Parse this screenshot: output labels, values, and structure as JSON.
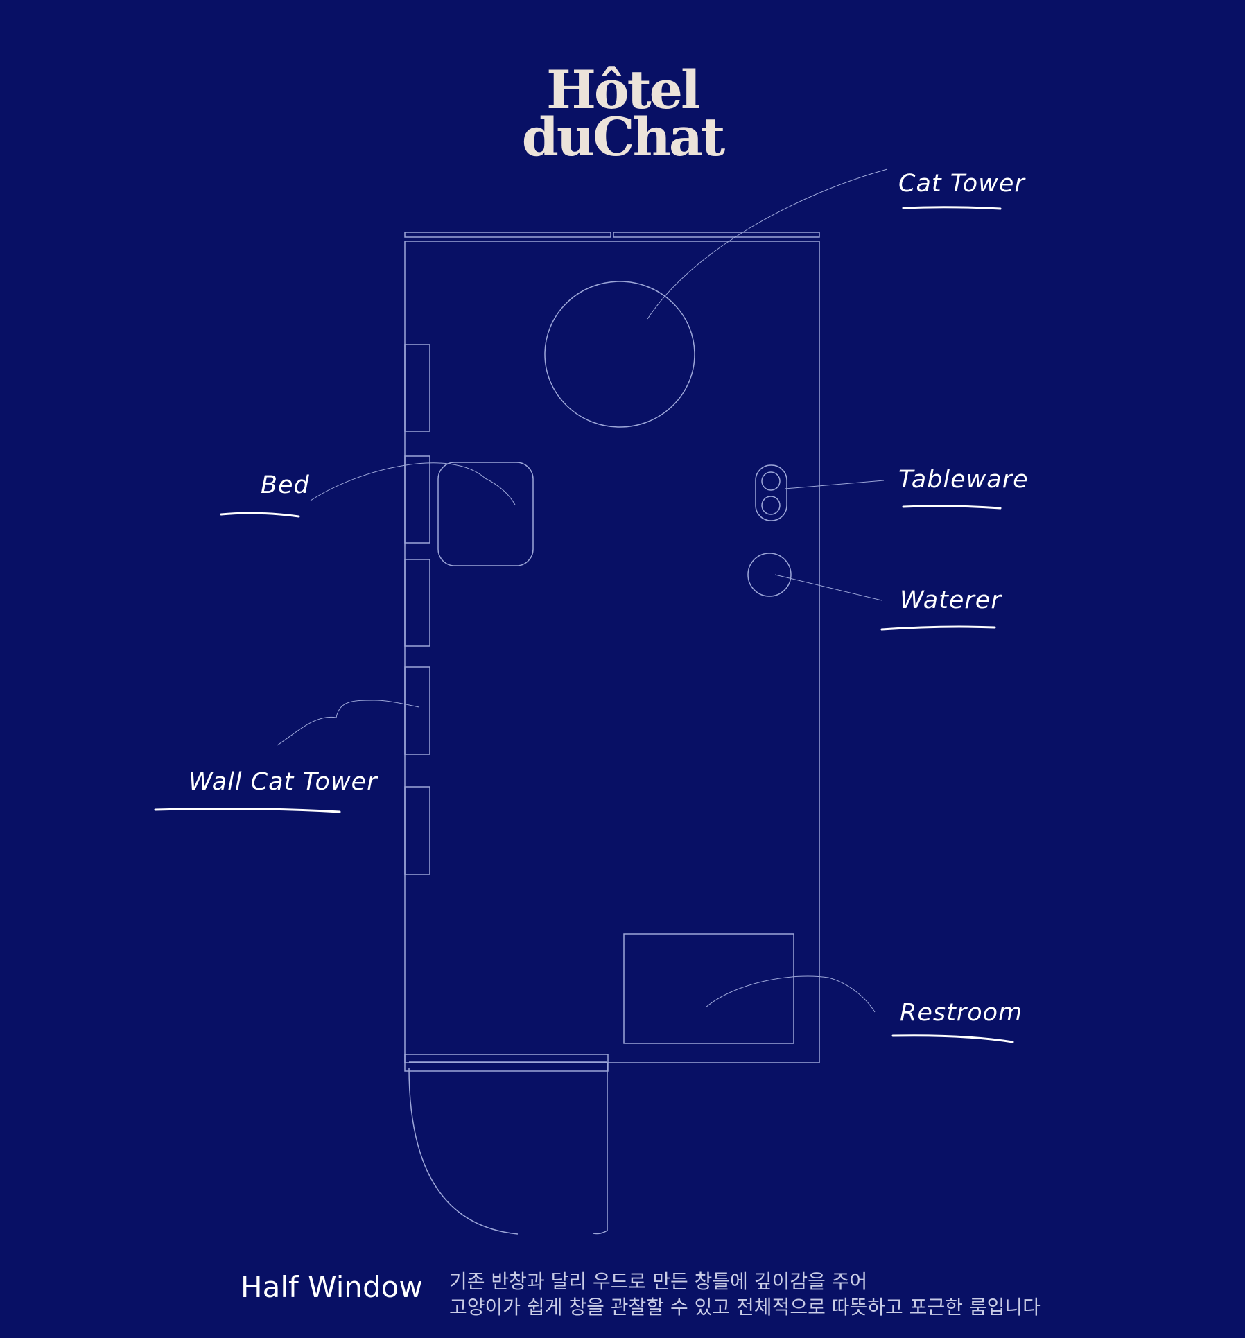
{
  "logo": {
    "line1": "Hôtel",
    "line2": "duChat"
  },
  "labels": {
    "cat_tower": "Cat Tower",
    "bed": "Bed",
    "tableware": "Tableware",
    "waterer": "Waterer",
    "wall_cat_tower": "Wall Cat Tower",
    "restroom": "Restroom"
  },
  "room": {
    "name": "Half Window",
    "description_line1": "기존 반창과 달리 우드로 만든 창틀에  깊이감을 주어",
    "description_line2": "고양이가 쉽게 창을 관찰할 수 있고  전체적으로  따뜻하고 포근한 룸입니다"
  },
  "colors": {
    "background": "#081065",
    "logo": "#ECE3DA",
    "lines": "#9CA6D8",
    "labels": "#ffffff"
  }
}
